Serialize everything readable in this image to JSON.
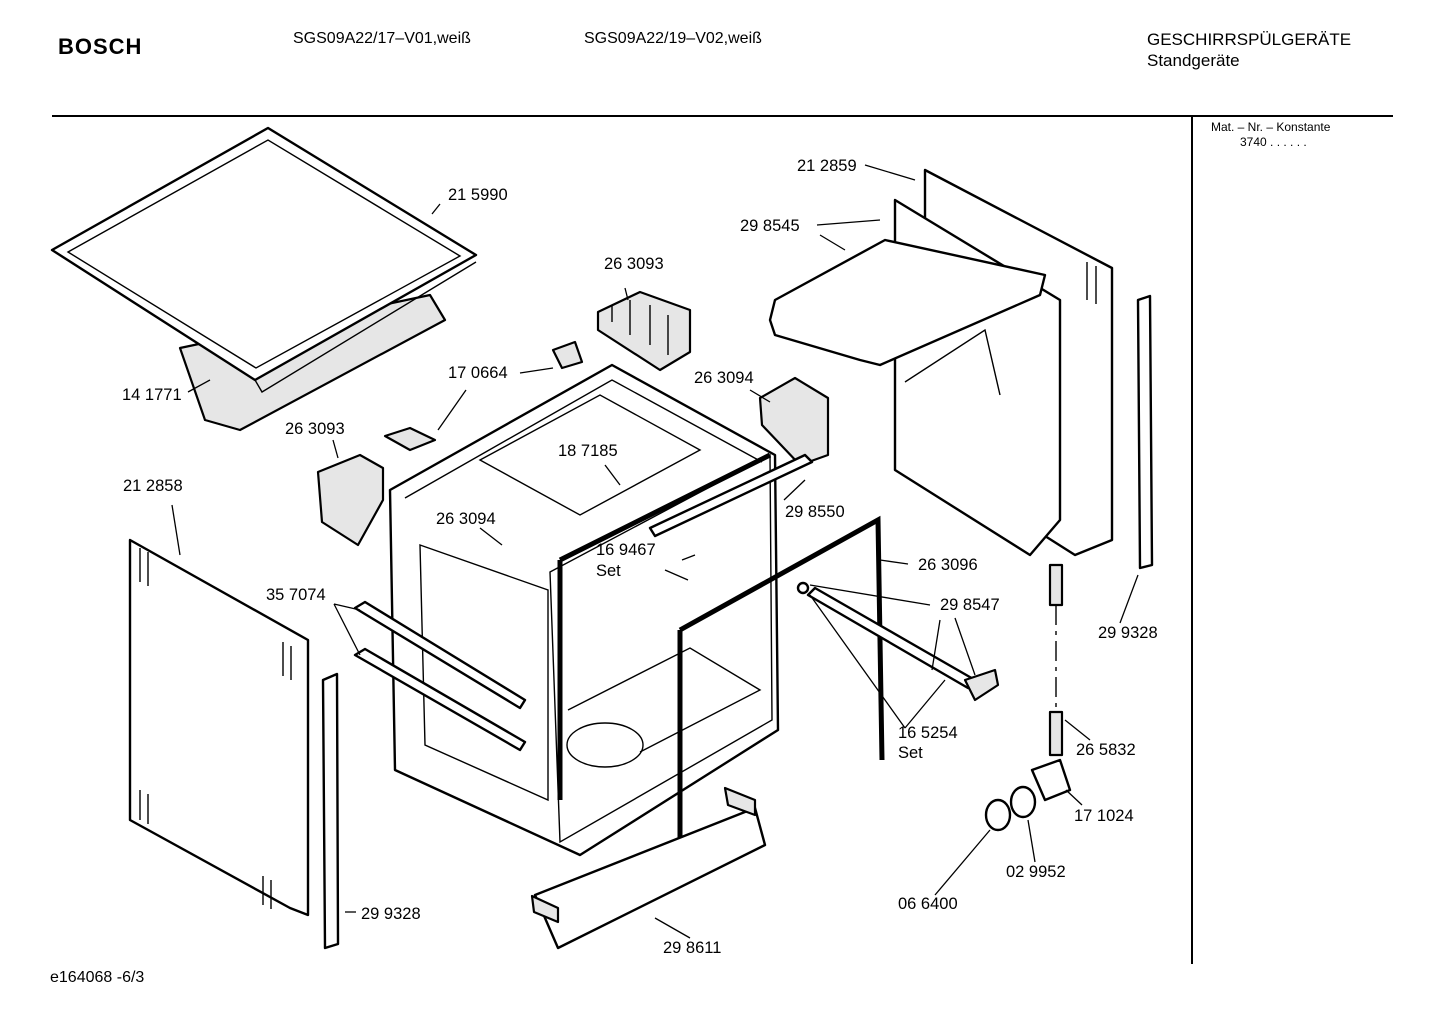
{
  "header": {
    "brand": "BOSCH",
    "model_1": "SGS09A22/17–V01,weiß",
    "model_2": "SGS09A22/19–V02,weiß",
    "category": "GESCHIRRSPÜLGERÄTE",
    "subcategory": "Standgeräte"
  },
  "side_panel": {
    "constant_label": "Mat. – Nr. – Konstante",
    "constant_value": "3740 . . . . . ."
  },
  "footer": {
    "drawing_id": "e164068 -6/3"
  },
  "part_labels": {
    "p215990": "21 5990",
    "p141771": "14 1771",
    "p263093_top": "26 3093",
    "p170664": "17 0664",
    "p263094_top": "26 3094",
    "p263093_left": "26 3093",
    "p187185": "18 7185",
    "p212858": "21 2858",
    "p263094_mid": "26 3094",
    "p169467": "16 9467",
    "p169467_set": "Set",
    "p298550": "29 8550",
    "p357074": "35 7074",
    "p263096": "26 3096",
    "p298547": "29 8547",
    "p165254": "16 5254",
    "p165254_set": "Set",
    "p212859": "21 2859",
    "p298545": "29 8545",
    "p299328_right": "29 9328",
    "p265832": "26 5832",
    "p171024": "17 1024",
    "p029952": "02 9952",
    "p066400": "06 6400",
    "p299328_left": "29 9328",
    "p298611": "29 8611"
  }
}
